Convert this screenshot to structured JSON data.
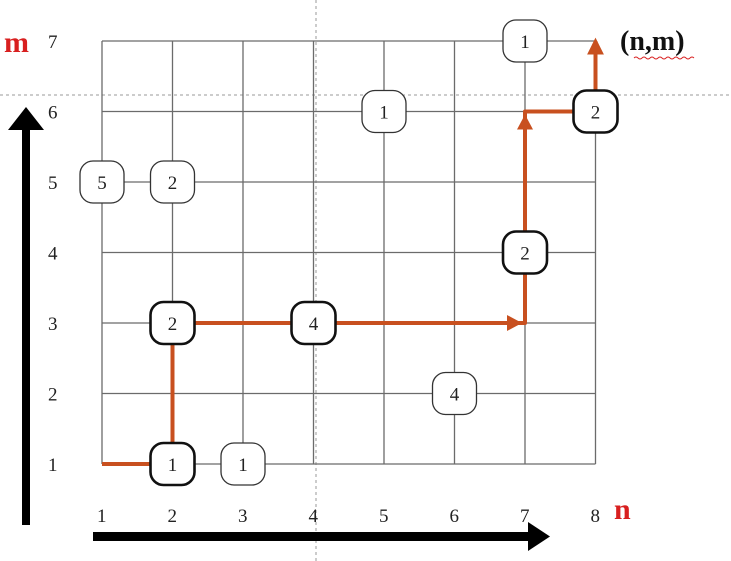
{
  "axes": {
    "x_label": "n",
    "y_label": "m",
    "x_ticks": [
      "1",
      "2",
      "3",
      "4",
      "5",
      "6",
      "7",
      "8"
    ],
    "y_ticks": [
      "1",
      "2",
      "3",
      "4",
      "5",
      "6",
      "7"
    ]
  },
  "corner_label": "(n,m)",
  "nodes": [
    {
      "n": 2,
      "m": 1,
      "value": "1",
      "bold": true
    },
    {
      "n": 3,
      "m": 1,
      "value": "1",
      "bold": false
    },
    {
      "n": 6,
      "m": 2,
      "value": "4",
      "bold": false
    },
    {
      "n": 2,
      "m": 3,
      "value": "2",
      "bold": true
    },
    {
      "n": 4,
      "m": 3,
      "value": "4",
      "bold": true
    },
    {
      "n": 7,
      "m": 4,
      "value": "2",
      "bold": true
    },
    {
      "n": 1,
      "m": 5,
      "value": "5",
      "bold": false
    },
    {
      "n": 2,
      "m": 5,
      "value": "2",
      "bold": false
    },
    {
      "n": 5,
      "m": 6,
      "value": "1",
      "bold": false
    },
    {
      "n": 8,
      "m": 6,
      "value": "2",
      "bold": true
    },
    {
      "n": 7,
      "m": 7,
      "value": "1",
      "bold": false
    }
  ],
  "path": [
    [
      1,
      1
    ],
    [
      2,
      1
    ],
    [
      2,
      3
    ],
    [
      7,
      3
    ],
    [
      7,
      6
    ],
    [
      8,
      6
    ],
    [
      8,
      7
    ]
  ],
  "colors": {
    "path": "#c8501f",
    "axis_arrow": "#000000",
    "axis_label": "#d81f1f",
    "grid": "#6b6b6b"
  }
}
